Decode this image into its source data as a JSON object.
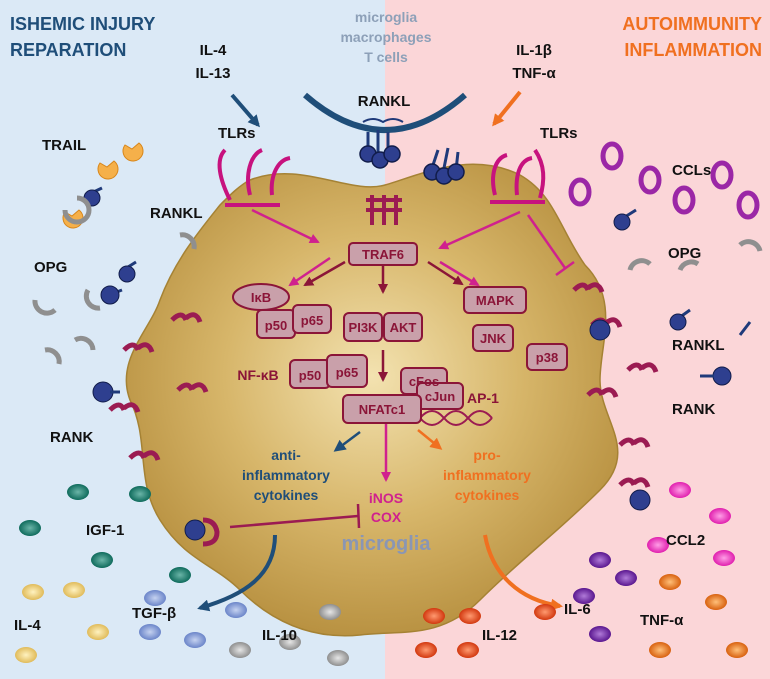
{
  "left_title": [
    "ISHEMIC INJURY",
    "REPARATION"
  ],
  "right_title": [
    "AUTOIMMUNITY",
    "INFLAMMATION"
  ],
  "top_center_cells": [
    "microglia",
    "macrophages",
    "T cells"
  ],
  "left_cytokines_top": [
    "IL-4",
    "IL-13"
  ],
  "right_cytokines_top": [
    "IL-1β",
    "TNF-α"
  ],
  "rankl_top": "RANKL",
  "tlrs_left": "TLRs",
  "tlrs_right": "TLRs",
  "left_labels": {
    "trail": "TRAIL",
    "rankl": "RANKL",
    "opg": "OPG",
    "rank": "RANK",
    "igf1": "IGF-1",
    "il4": "IL-4",
    "tgfb": "TGF-β",
    "il10": "IL-10"
  },
  "right_labels": {
    "ccls": "CCLs",
    "opg": "OPG",
    "rankl": "RANKL",
    "rank": "RANK",
    "ccl2": "CCL2",
    "il6": "IL-6",
    "tnfa": "TNF-α",
    "il12": "IL-12"
  },
  "cell": {
    "traf6": "TRAF6",
    "ikb": "IκB",
    "p50a": "p50",
    "p65a": "p65",
    "pi3k": "PI3K",
    "akt": "AKT",
    "mapk": "MAPK",
    "jnk": "JNK",
    "p38": "p38",
    "nfkb": "NF-κB",
    "p50b": "p50",
    "p65b": "p65",
    "cfos": "cFos",
    "cjun": "cJun",
    "ap1": "AP-1",
    "nfatc1": "NFATc1",
    "anti": [
      "anti-",
      "inflammatory",
      "cytokines"
    ],
    "pro": [
      "pro-",
      "inflammatory",
      "cytokines"
    ],
    "inos": "iNOS",
    "cox": "COX",
    "microglia": "microglia"
  },
  "colors": {
    "left_bg": "#dbe9f6",
    "right_bg": "#fbd6d8",
    "left_title": "#1f4e79",
    "right_title": "#f07020",
    "node_fill": "#c9a0aa",
    "node_text": "#8b1538",
    "receptor": "#9b1b52",
    "ligand": "#1f3a7a",
    "pathway": "#d0218e",
    "anti": "#1f4e79",
    "pro": "#f07020"
  }
}
